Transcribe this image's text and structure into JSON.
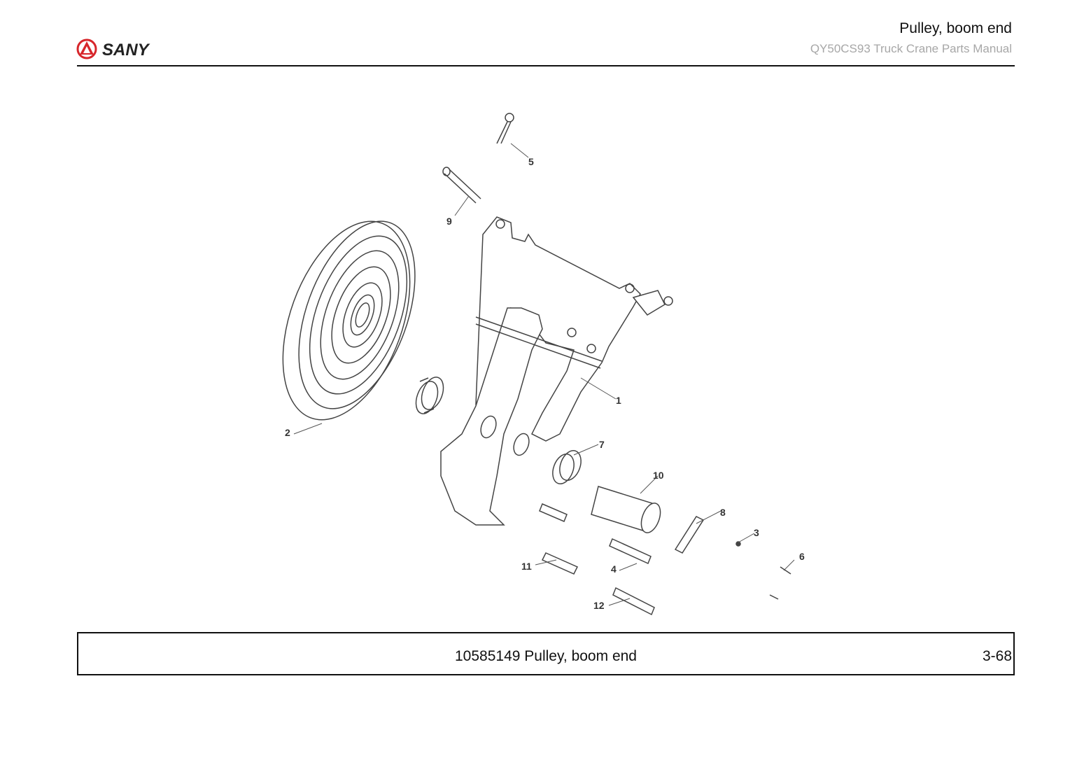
{
  "header": {
    "logo_text": "SANY",
    "title": "Pulley, boom end",
    "subtitle": "QY50CS93 Truck Crane  Parts Manual"
  },
  "diagram": {
    "callouts": [
      "1",
      "2",
      "3",
      "4",
      "5",
      "6",
      "7",
      "8",
      "9",
      "10",
      "11",
      "12"
    ]
  },
  "footer": {
    "caption": "10585149 Pulley, boom end",
    "page_number": "3-68"
  },
  "colors": {
    "brand_red": "#d7262b",
    "subtitle_gray": "#a7a7a7"
  }
}
